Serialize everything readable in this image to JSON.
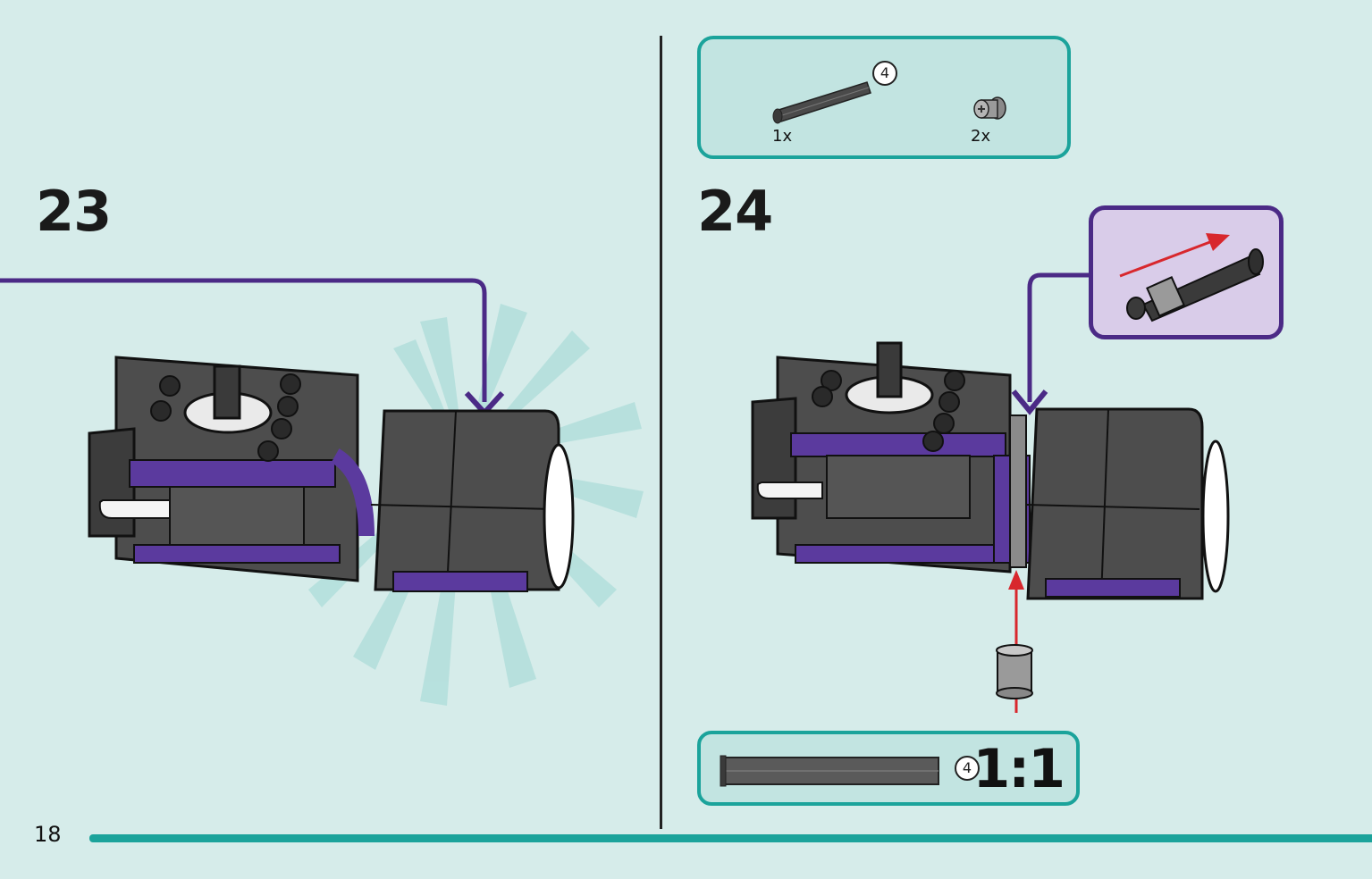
{
  "page_number": "18",
  "steps": [
    {
      "number": "23"
    },
    {
      "number": "24"
    }
  ],
  "parts_list": {
    "items": [
      {
        "name": "axle",
        "length": "4",
        "quantity": "1x"
      },
      {
        "name": "bush",
        "quantity": "2x"
      }
    ]
  },
  "scale_check": {
    "length": "4",
    "scale": "1:1"
  },
  "colors": {
    "background": "#d6ecea",
    "accent_teal": "#1ba39b",
    "callout_purple": "#4b2a86",
    "assembly_arrow_red": "#d8272d",
    "brick_dark_gray": "#4d4d4d",
    "brick_purple": "#5b3a9e"
  },
  "icons": [
    "axle-icon",
    "bush-icon",
    "assembly-arrow-icon",
    "callout-arrow-icon"
  ]
}
